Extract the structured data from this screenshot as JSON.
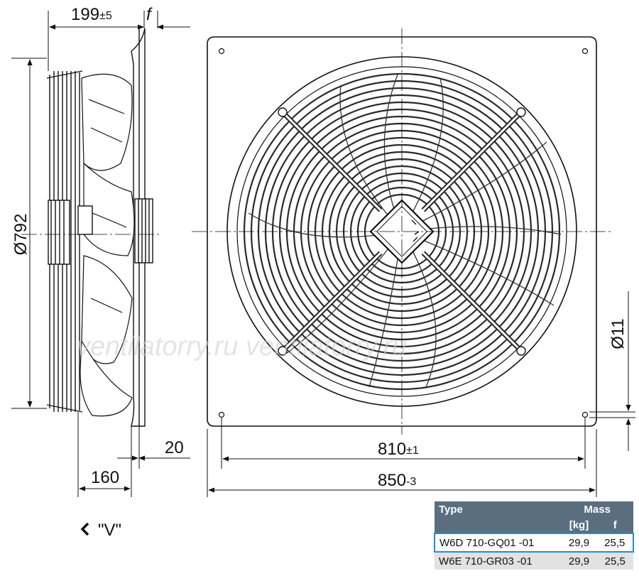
{
  "dimensions": {
    "depth_total": "199",
    "depth_total_tol": "±5",
    "f_label": "f",
    "diameter": "Ø792",
    "flange": "20",
    "depth_motor": "160",
    "hole_spacing": "810",
    "hole_spacing_tol": "±1",
    "plate_width": "850",
    "plate_width_tol": "-3",
    "hole_diameter": "Ø11"
  },
  "view_label": "\"V\"",
  "watermark": "ventilatorry.ru    ventilatorry.ru",
  "table": {
    "headers": {
      "type": "Type",
      "mass": "Mass",
      "mass_unit": "[kg]",
      "f": "f"
    },
    "rows": [
      {
        "type": "W6D 710-GQ01 -01",
        "mass": "29,9",
        "f": "25,5",
        "selected": true
      },
      {
        "type": "W6E 710-GR03 -01",
        "mass": "29,9",
        "f": "25,5",
        "selected": false
      }
    ]
  },
  "colors": {
    "line": "#111111",
    "header_bg": "#5a6e80",
    "highlight": "#1f8fd6",
    "row_bg": "#e2e2e2"
  }
}
